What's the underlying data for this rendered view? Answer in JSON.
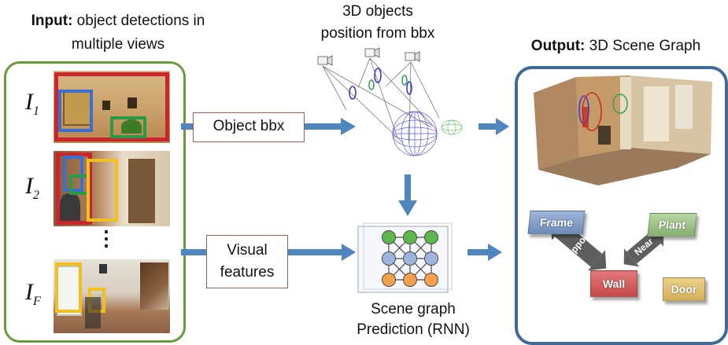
{
  "input": {
    "title_bold": "Input:",
    "title_rest": " object detections in",
    "title_line2": "multiple views",
    "views": [
      {
        "symbol": "I",
        "sub": "1"
      },
      {
        "symbol": "I",
        "sub": "2"
      },
      {
        "symbol": "I",
        "sub": "F"
      }
    ],
    "ellipsis": "⋮"
  },
  "top_label": {
    "line1": "3D objects",
    "line2": "position from bbx"
  },
  "object_bbx": "Object bbx",
  "visual_features": {
    "line1": "Visual",
    "line2": "features"
  },
  "prediction": {
    "line1": "Scene graph",
    "line2": "Prediction (RNN)"
  },
  "output": {
    "title_bold": "Output:",
    "title_rest": " 3D Scene Graph",
    "nodes": {
      "frame": "Frame",
      "plant": "Plant",
      "wall": "Wall",
      "door": "Door"
    },
    "edges": {
      "supports": "supports",
      "near": "Near"
    }
  },
  "colors": {
    "arrow": "#4f86c0",
    "input_border": "#6a9a3a",
    "output_border": "#3f6a98",
    "bbox_red": "#c8262c",
    "bbox_blue": "#3a6fd0",
    "bbox_green": "#2a9a4a",
    "bbox_yellow": "#f0c020",
    "node_green": "#5cb84c",
    "node_blue": "#9db5dd",
    "node_orange": "#f5a04a"
  }
}
